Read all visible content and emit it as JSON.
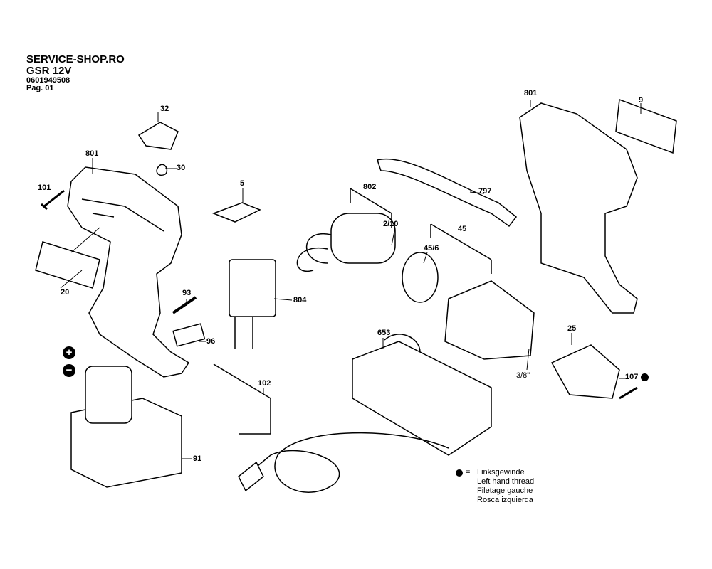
{
  "header": {
    "shop": "SERVICE-SHOP.RO",
    "model": "GSR 12V",
    "part_number": "0601949508",
    "page": "Pag. 01"
  },
  "part_labels": {
    "p32": "32",
    "p30": "30",
    "p801_left": "801",
    "p101": "101",
    "p5": "5",
    "p20": "20",
    "p93": "93",
    "p804": "804",
    "p96": "96",
    "p102": "102",
    "p91": "91",
    "p802": "802",
    "p2_10": "2/10",
    "p797": "797",
    "p45": "45",
    "p45_6": "45/6",
    "p653": "653",
    "p3_8": "3/8\"",
    "p25": "25",
    "p107": "107",
    "p801_right": "801",
    "p9": "9"
  },
  "battery_polarity": {
    "plus": "+",
    "minus": "−"
  },
  "legend": {
    "symbol": "=",
    "lines": [
      "Linksgewinde",
      "Left hand thread",
      "Filetage gauche",
      "Rosca izquierda"
    ]
  }
}
